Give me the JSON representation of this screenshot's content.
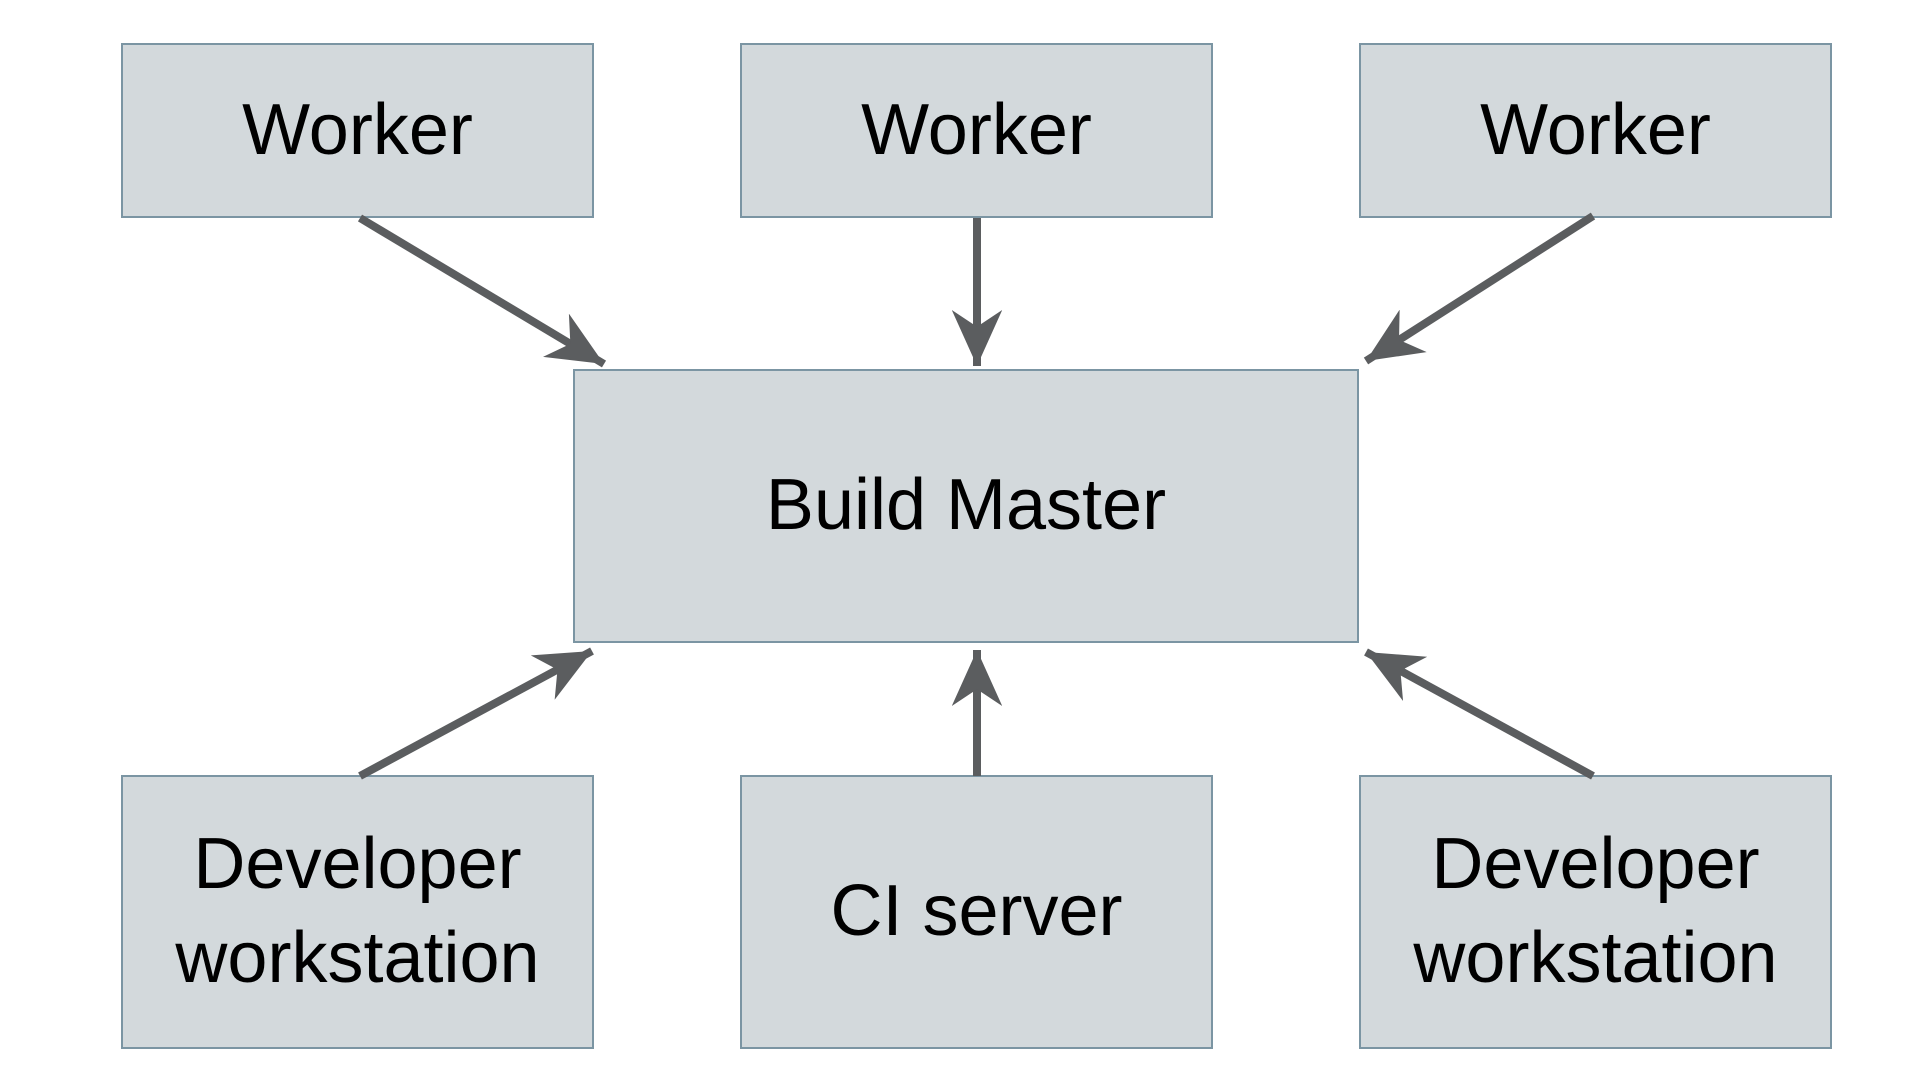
{
  "diagram": {
    "type": "architecture-diagram",
    "nodes": [
      {
        "id": "worker-1",
        "label": "Worker"
      },
      {
        "id": "worker-2",
        "label": "Worker"
      },
      {
        "id": "worker-3",
        "label": "Worker"
      },
      {
        "id": "build-master",
        "label": "Build Master"
      },
      {
        "id": "developer-workstation-left",
        "label": "Developer workstation"
      },
      {
        "id": "ci-server",
        "label": "CI server"
      },
      {
        "id": "developer-workstation-right",
        "label": "Developer workstation"
      }
    ],
    "edges": [
      {
        "from": "worker-1",
        "to": "build-master",
        "direction": "down"
      },
      {
        "from": "worker-2",
        "to": "build-master",
        "direction": "down"
      },
      {
        "from": "worker-3",
        "to": "build-master",
        "direction": "down"
      },
      {
        "from": "developer-workstation-left",
        "to": "build-master",
        "direction": "up"
      },
      {
        "from": "ci-server",
        "to": "build-master",
        "direction": "up"
      },
      {
        "from": "developer-workstation-right",
        "to": "build-master",
        "direction": "up"
      }
    ],
    "colors": {
      "node_fill": "#d3d9dc",
      "node_border": "#7b95a3",
      "arrow": "#5b5d5f",
      "text": "#000000",
      "background": "#ffffff"
    }
  }
}
